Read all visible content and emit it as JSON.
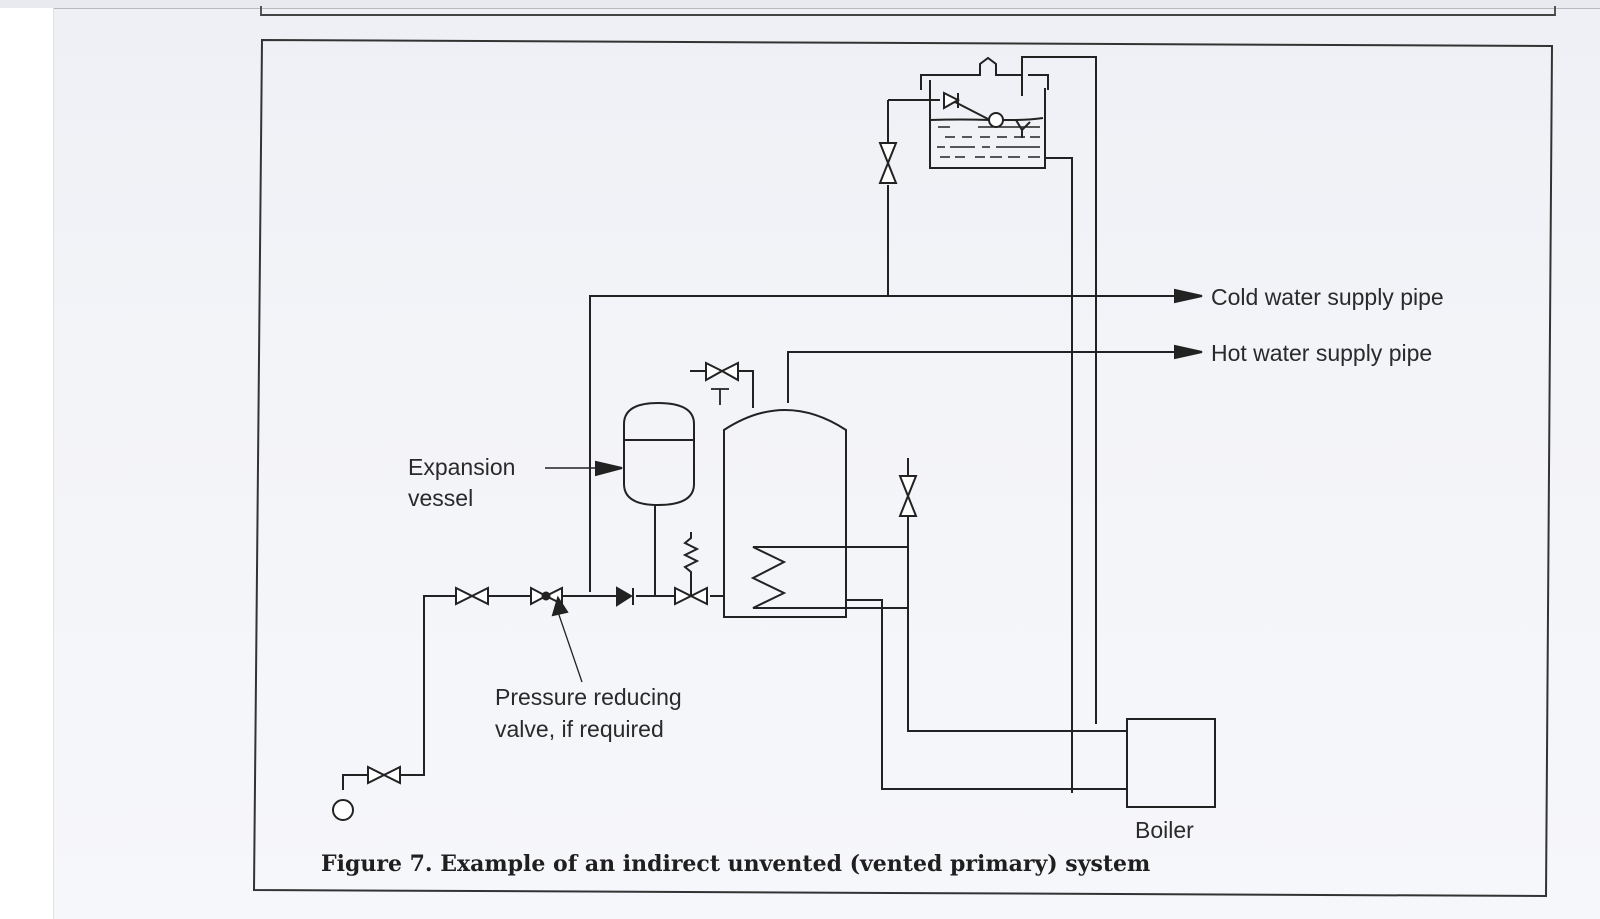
{
  "figure": {
    "caption": "Figure 7. Example of an indirect unvented (vented primary) system",
    "labels": {
      "cold_water": "Cold water supply pipe",
      "hot_water": "Hot water supply pipe",
      "expansion_line1": "Expansion",
      "expansion_line2": "vessel",
      "prv_line1": "Pressure reducing",
      "prv_line2": "valve, if required",
      "boiler": "Boiler",
      "temp_relief": "T"
    },
    "components": [
      "feed-and-expansion-cistern",
      "float-valve",
      "isolating-valve",
      "expansion-vessel",
      "check-valve",
      "pressure-relief-valve",
      "hot-water-cylinder",
      "heating-coil",
      "boiler",
      "stop-valve"
    ],
    "colors": {
      "line": "#222222",
      "text": "#2a2a2a",
      "paper": "#f4f5f8"
    }
  }
}
